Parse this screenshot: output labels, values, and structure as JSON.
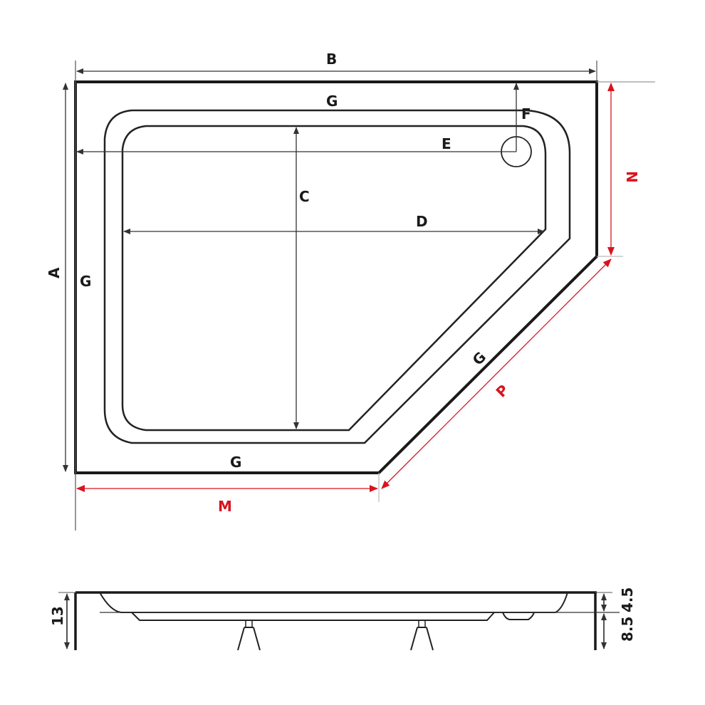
{
  "diagram": {
    "type": "technical-drawing",
    "subject": "pentagonal shower tray plan and section",
    "colors": {
      "outline": "#1a1a1a",
      "dimension_line": "#333333",
      "highlight": "#d9141e"
    },
    "plan_view": {
      "labels": {
        "B": "B",
        "A": "A",
        "G_top": "G",
        "G_left": "G",
        "G_bottom": "G",
        "G_diagonal": "G",
        "C": "C",
        "D": "D",
        "E": "E",
        "F": "F",
        "N": "N",
        "M": "M",
        "P": "P"
      },
      "drain_icon": "circle-drain"
    },
    "section_view": {
      "labels": {
        "total_height": "13",
        "upper_depth": "4.5",
        "lower_depth": "8.5"
      }
    }
  }
}
